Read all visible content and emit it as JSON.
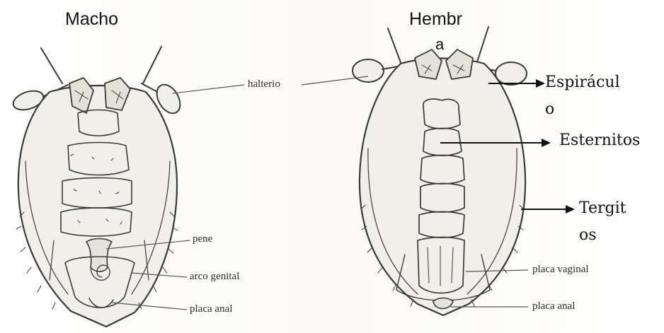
{
  "titles": {
    "male": "Macho",
    "female_line1": "Hembr",
    "female_line2": "a"
  },
  "male_labels": {
    "halterio": "halterio",
    "pene": "pene",
    "arco_genital": "arco genital",
    "placa_anal": "placa anal"
  },
  "female_labels": {
    "espiraculo_line1": "Espirácul",
    "espiraculo_line2": "o",
    "esternitos": "Esternitos",
    "tergitos_line1": "Tergit",
    "tergitos_line2": "os",
    "placa_vaginal": "placa vaginal",
    "placa_anal": "placa anal"
  },
  "colors": {
    "ink": "#3a3a3a",
    "paper": "#ffffff",
    "body_fill": "#f1efea"
  }
}
